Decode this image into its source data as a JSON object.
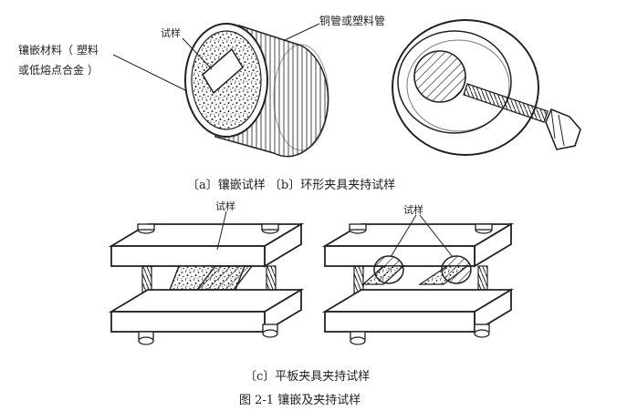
{
  "diagram_a": {
    "sample_label": "试样",
    "mount_material_line1": "镶嵌材料（ 塑料",
    "mount_material_line2": "或低熔点合金 ）",
    "tube_label": "铜管或塑料管"
  },
  "captions": {
    "ab": "〔a〕镶嵌试样   〔b〕环形夹具夹持试样",
    "c": "〔c〕平板夹具夹持试样",
    "figure": "图 2-1  镶嵌及夹持试样"
  },
  "diagram_c": {
    "left_sample_label": "试样",
    "right_sample_label": "试样"
  }
}
